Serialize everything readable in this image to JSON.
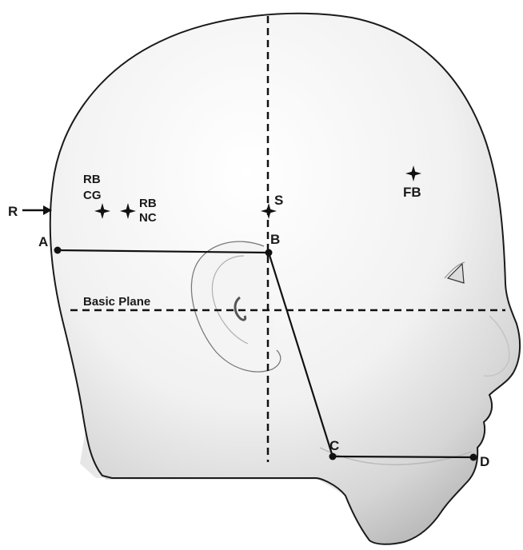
{
  "figure": {
    "labels": {
      "R": "R",
      "A": "A",
      "B": "B",
      "C": "C",
      "D": "D",
      "S": "S",
      "FB": "FB",
      "basic_plane": "Basic Plane",
      "rb_cg_line1": "RB",
      "rb_cg_line2": "CG",
      "rb_nc_line1": "RB",
      "rb_nc_line2": "NC"
    },
    "colors": {
      "head_fill_light": "#ffffff",
      "head_fill_dark": "#bdbdbd",
      "outline": "#1a1a1a",
      "line": "#111111"
    }
  }
}
